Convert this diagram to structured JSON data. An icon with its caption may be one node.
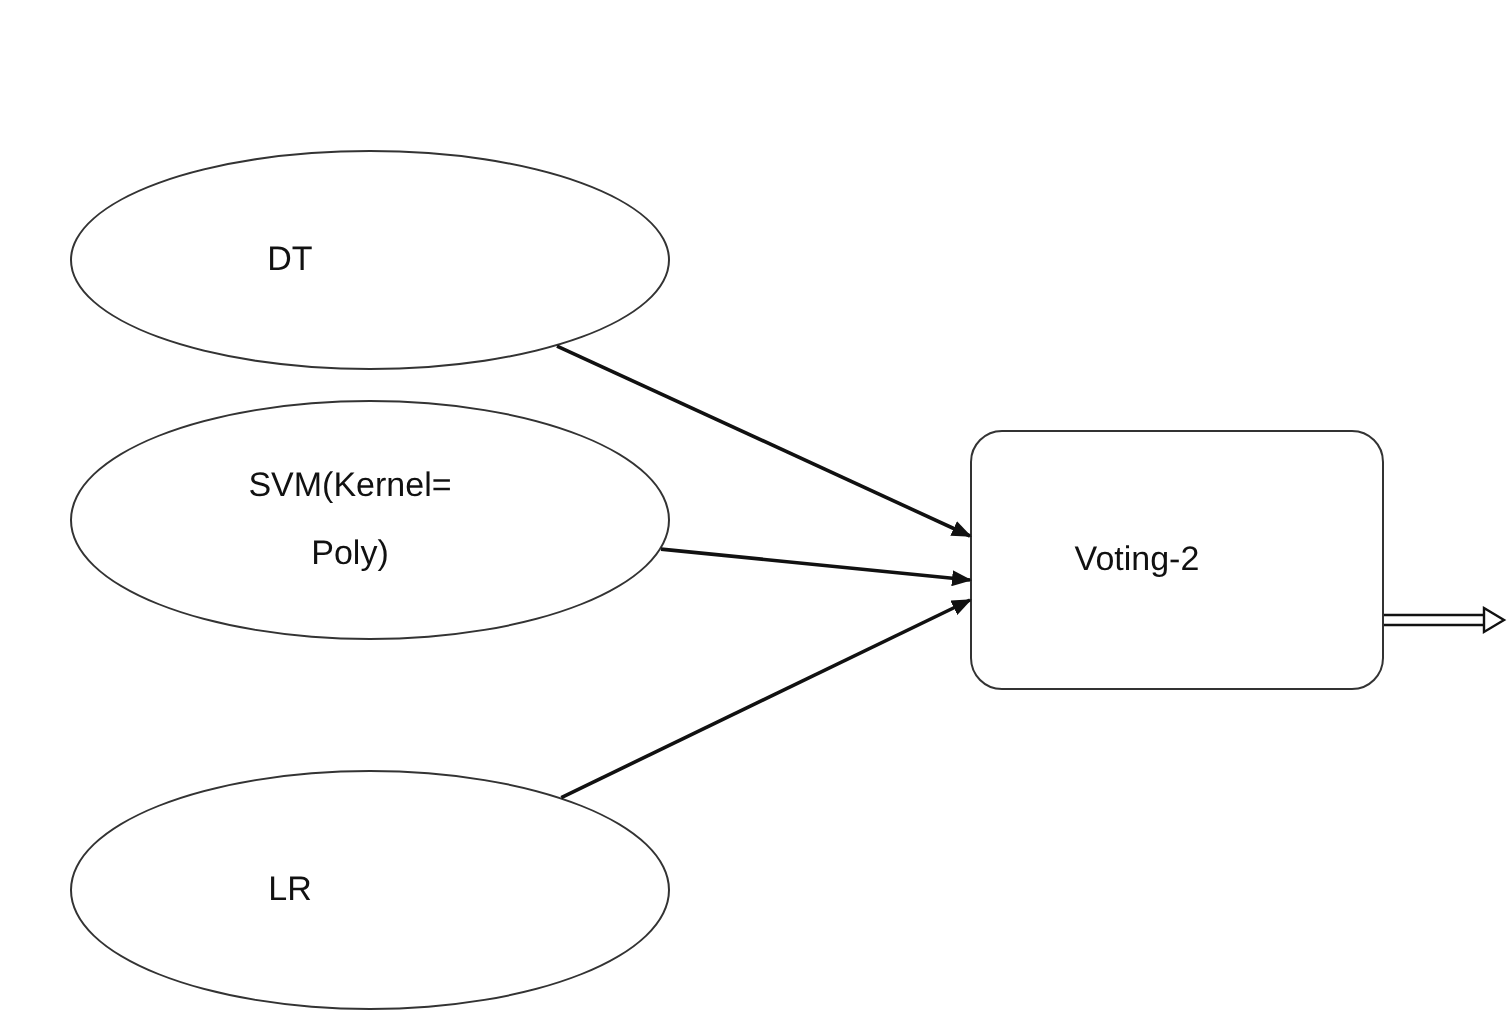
{
  "diagram": {
    "nodes": [
      {
        "text": [
          "DT"
        ]
      },
      {
        "text": [
          "SVM(Kernel= Poly)"
        ]
      },
      {
        "text": [
          "LR"
        ]
      },
      {
        "text": [
          "Voting-2"
        ]
      }
    ],
    "edges": [
      {
        "from": 0,
        "to": 3,
        "arrow": "to"
      },
      {
        "from": 1,
        "to": 3,
        "arrow": "to"
      },
      {
        "from": 2,
        "to": 3,
        "arrow": "to"
      },
      {
        "from": 3,
        "to": null,
        "arrow": "to"
      }
    ]
  }
}
